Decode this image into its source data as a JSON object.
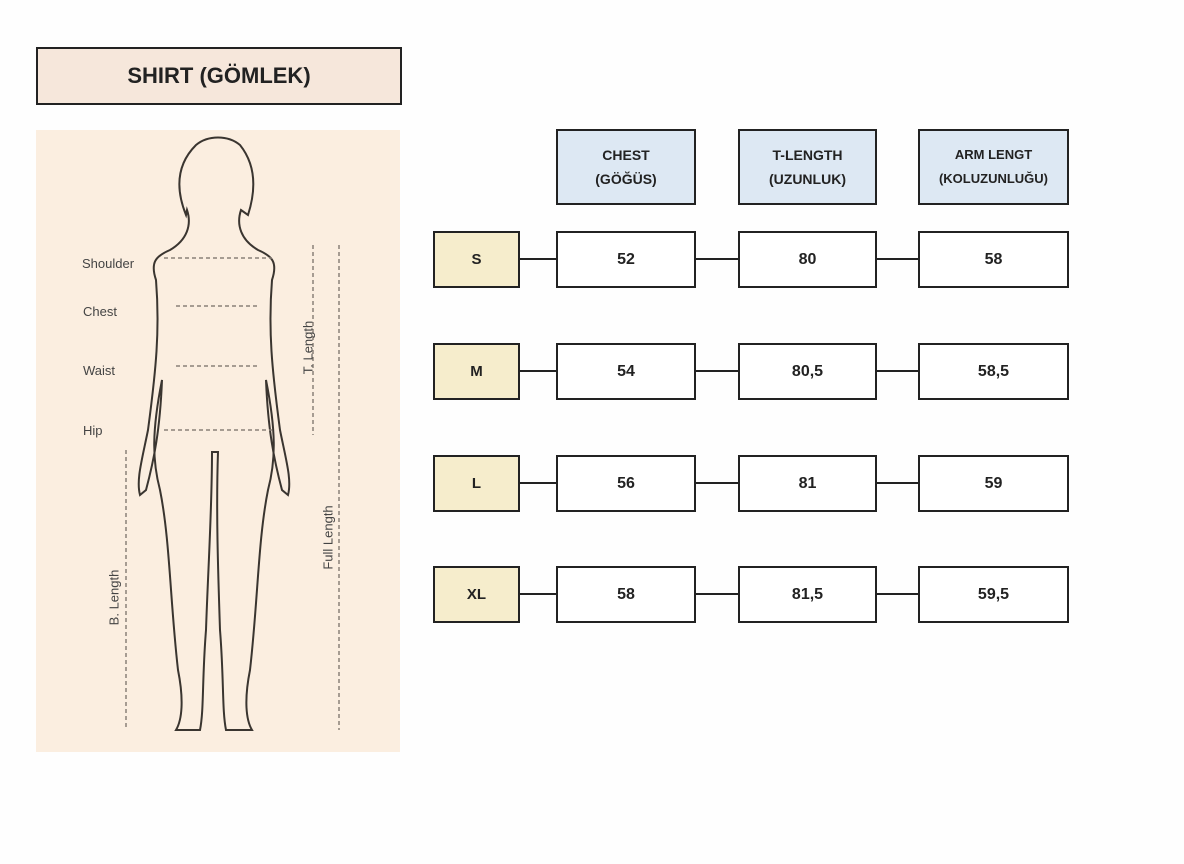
{
  "title": "SHIRT (GÖMLEK)",
  "figure": {
    "labels": {
      "shoulder": "Shoulder",
      "chest": "Chest",
      "waist": "Waist",
      "hip": "Hip",
      "t_length": "T. Length",
      "full_length": "Full Length",
      "b_length": "B. Length"
    }
  },
  "columns": [
    {
      "line1": "CHEST",
      "line2": "(GÖĞÜS)"
    },
    {
      "line1": "T-LENGTH",
      "line2": "(UZUNLUK)"
    },
    {
      "line1": "ARM LENGT",
      "line2": "(KOLUZUNLUĞU)"
    }
  ],
  "rows": [
    {
      "size": "S",
      "values": [
        "52",
        "80",
        "58"
      ]
    },
    {
      "size": "M",
      "values": [
        "54",
        "80,5",
        "58,5"
      ]
    },
    {
      "size": "L",
      "values": [
        "56",
        "81",
        "59"
      ]
    },
    {
      "size": "XL",
      "values": [
        "58",
        "81,5",
        "59,5"
      ]
    }
  ]
}
